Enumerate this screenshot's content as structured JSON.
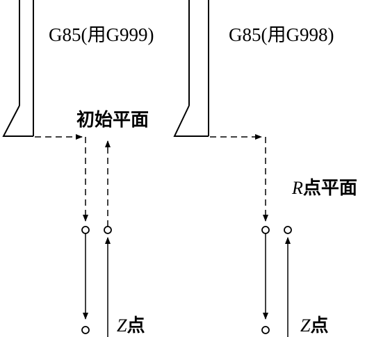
{
  "left_cycle": {
    "code_label": "G85(用G999)"
  },
  "right_cycle": {
    "code_label": "G85(用G998)"
  },
  "planes": {
    "initial": "初始平面",
    "r_letter": "R",
    "r_suffix": "点平面"
  },
  "z_point": {
    "left": {
      "letter": "Z",
      "suffix": "点"
    },
    "right": {
      "letter": "Z",
      "suffix": "点"
    }
  }
}
